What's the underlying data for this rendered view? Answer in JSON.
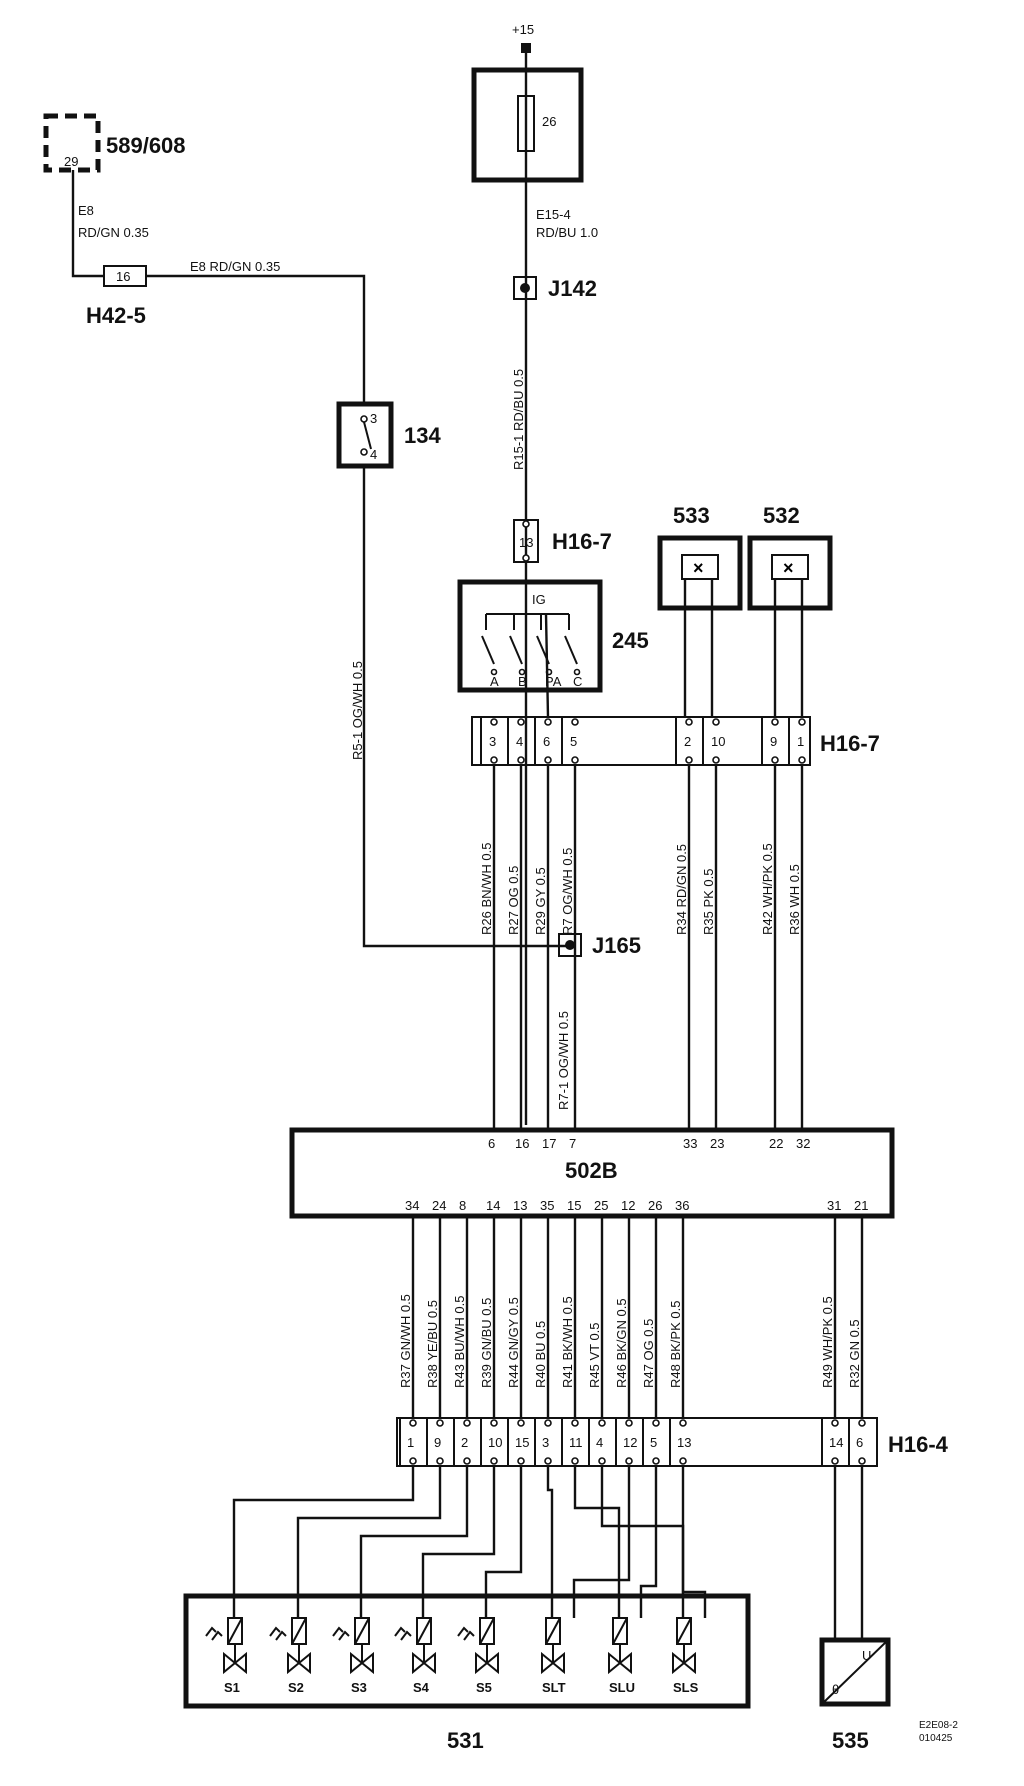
{
  "components": {
    "supply": "+15",
    "fuse": "26",
    "ecu_pin": "29",
    "ecu_ref": "589/608",
    "conn_h42": "H42-5",
    "conn_h42_pin": "16",
    "splice_j142": "J142",
    "switch_134": "134",
    "switch_134_pin_a": "3",
    "switch_134_pin_b": "4",
    "conn_h16_7_top": "H16-7",
    "conn_h16_7_top_pin": "13",
    "switch_245": "245",
    "switch_245_ig": "IG",
    "switch_245_terms": [
      "A",
      "B",
      "PA",
      "C"
    ],
    "sensor_533": "533",
    "sensor_532": "532",
    "conn_h16_7": "H16-7",
    "splice_j165": "J165",
    "control_module": "502B",
    "conn_h16_4": "H16-4",
    "valve_block": "531",
    "temp_sensor": "535",
    "temp_sensor_u": "U",
    "temp_sensor_theta": "θ",
    "doc_code": "E2E08-2",
    "doc_date": "010425"
  },
  "wires_top": {
    "e8_a": "E8",
    "e8_a_color": "RD/GN  0.35",
    "e8_b": "E8   RD/GN    0.35",
    "e15": "E15-4",
    "e15_color": "RD/BU  1.0",
    "r15": "R15-1  RD/BU  0.5",
    "r5": "R5-1  OG/WH   0.5",
    "r7_1": "R7-1  OG/WH  0.5"
  },
  "h16_7_pins": [
    "3",
    "4",
    "6",
    "5",
    "2",
    "10",
    "9",
    "1"
  ],
  "h16_7_wires": [
    "R26  BN/WH  0.5",
    "R27  OG  0.5",
    "R29  GY  0.5",
    "R7  OG/WH  0.5",
    "R34  RD/GN  0.5",
    "R35  PK  0.5",
    "R42  WH/PK  0.5",
    "R36  WH  0.5"
  ],
  "module_top_pins": [
    "6",
    "16",
    "17",
    "7",
    "33",
    "23",
    "22",
    "32"
  ],
  "module_bottom_pins": [
    "34",
    "24",
    "8",
    "14",
    "13",
    "35",
    "15",
    "25",
    "12",
    "26",
    "36",
    "31",
    "21"
  ],
  "bottom_wires": [
    "R37  GN/WH  0.5",
    "R38  YE/BU  0.5",
    "R43  BU/WH  0.5",
    "R39  GN/BU  0.5",
    "R44  GN/GY  0.5",
    "R40  BU  0.5",
    "R41  BK/WH  0.5",
    "R45  VT  0.5",
    "R46  BK/GN  0.5",
    "R47  OG  0.5",
    "R48  BK/PK  0.5",
    "R49  WH/PK  0.5",
    "R32  GN  0.5"
  ],
  "h16_4_pins": [
    "1",
    "9",
    "2",
    "10",
    "15",
    "3",
    "11",
    "4",
    "12",
    "5",
    "13",
    "14",
    "6"
  ],
  "solenoids": [
    "S1",
    "S2",
    "S3",
    "S4",
    "S5",
    "SLT",
    "SLU",
    "SLS"
  ]
}
